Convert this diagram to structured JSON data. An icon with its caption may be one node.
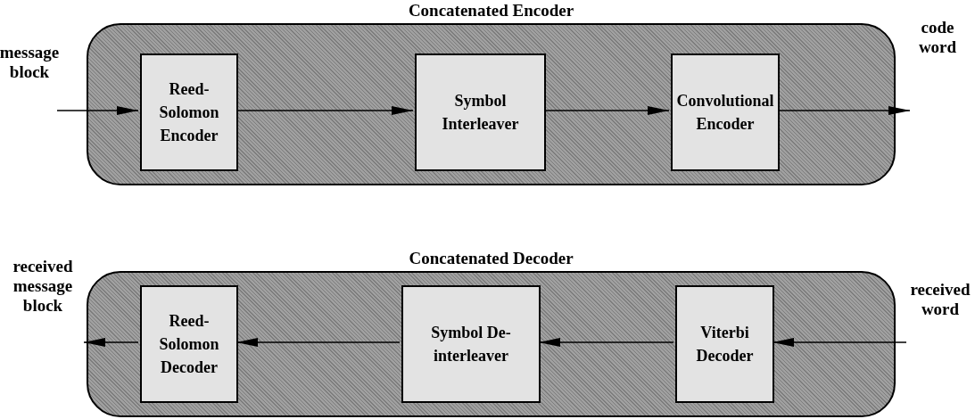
{
  "diagram": {
    "nodes": [
      {
        "text": [
          "message block"
        ]
      },
      {
        "text": [
          "Concatenated Encoder"
        ]
      },
      {
        "text": [
          "Reed-Solomon Encoder"
        ],
        "in": 1
      },
      {
        "text": [
          "Symbol Interleaver"
        ],
        "in": 1
      },
      {
        "text": [
          "Convolutional Encoder"
        ],
        "in": 1
      },
      {
        "text": [
          "code word"
        ]
      },
      {
        "text": [
          "received message block"
        ]
      },
      {
        "text": [
          "Concatenated Decoder"
        ]
      },
      {
        "text": [
          "Reed-Solomon Decoder"
        ],
        "in": 7
      },
      {
        "text": [
          "Symbol De-interleaver"
        ],
        "in": 7
      },
      {
        "text": [
          "Viterbi Decoder"
        ],
        "in": 7
      },
      {
        "text": [
          "received word"
        ]
      }
    ],
    "edges": [
      {
        "from": 0,
        "to": 2,
        "arrow": "to"
      },
      {
        "from": 2,
        "to": 3,
        "arrow": "to"
      },
      {
        "from": 3,
        "to": 4,
        "arrow": "to"
      },
      {
        "from": 4,
        "to": 5,
        "arrow": "to"
      },
      {
        "from": 11,
        "to": 10,
        "arrow": "to"
      },
      {
        "from": 10,
        "to": 9,
        "arrow": "to"
      },
      {
        "from": 9,
        "to": 8,
        "arrow": "to"
      },
      {
        "from": 8,
        "to": 6,
        "arrow": "to"
      }
    ]
  }
}
